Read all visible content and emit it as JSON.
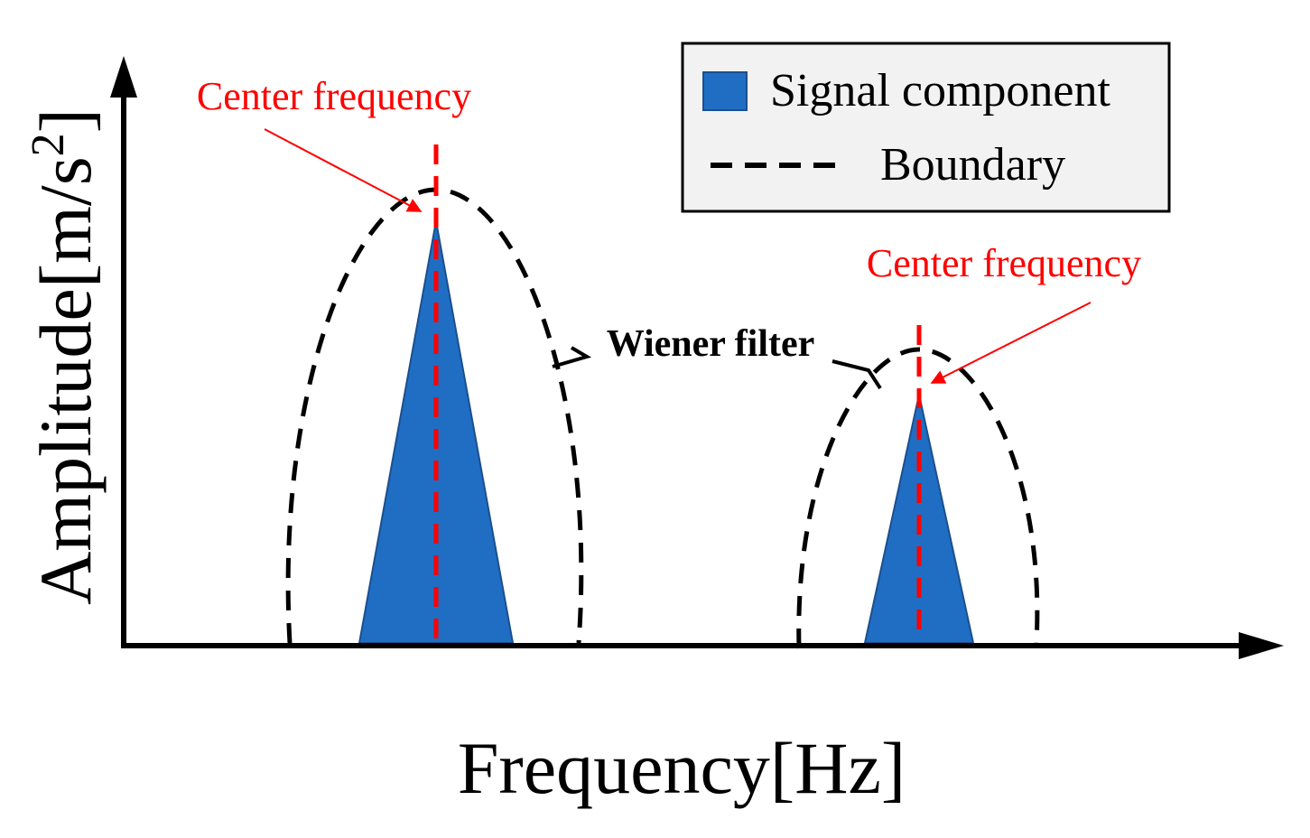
{
  "axes": {
    "y_label": "Amplitude[m/s",
    "y_label_sup": "2",
    "y_label_close": "]",
    "x_label": "Frequency[Hz]"
  },
  "legend": {
    "signal_label": "Signal component",
    "boundary_label": "Boundary"
  },
  "annotations": {
    "center_freq_left": "Center frequency",
    "center_freq_right": "Center frequency",
    "wiener_filter": "Wiener filter"
  },
  "colors": {
    "signal_fill": "#1f6ec3",
    "signal_stroke": "#1b4f8f",
    "center_line": "#ff0000",
    "annotation_text": "#ff0000",
    "boundary": "#000000",
    "legend_bg": "#f2f2f2",
    "axis": "#000000"
  }
}
